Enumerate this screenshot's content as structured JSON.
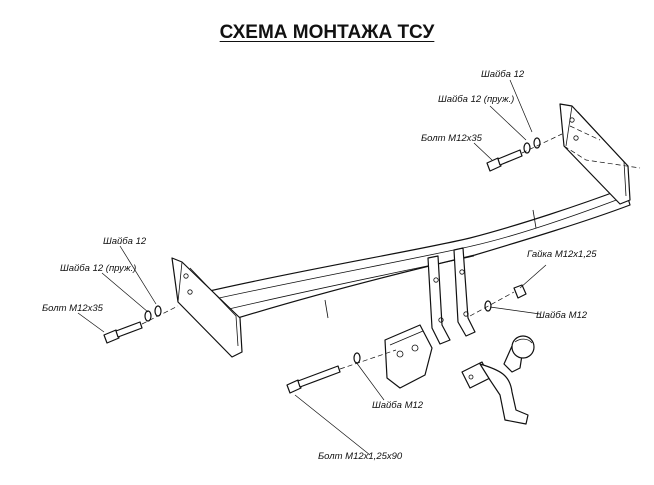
{
  "title": "СХЕМА МОНТАЖА ТСУ",
  "labels": {
    "washer_right": "Шайба 12",
    "spring_washer_right": "Шайба 12 (пруж.)",
    "bolt_right": "Болт М12х35",
    "washer_left": "Шайба 12",
    "spring_washer_left": "Шайба 12 (пруж.)",
    "bolt_left": "Болт М12х35",
    "nut": "Гайка М12х1,25",
    "washer_m12_right": "Шайба М12",
    "washer_m12_bottom": "Шайба М12",
    "bolt_long": "Болт М12х1,25х90"
  }
}
